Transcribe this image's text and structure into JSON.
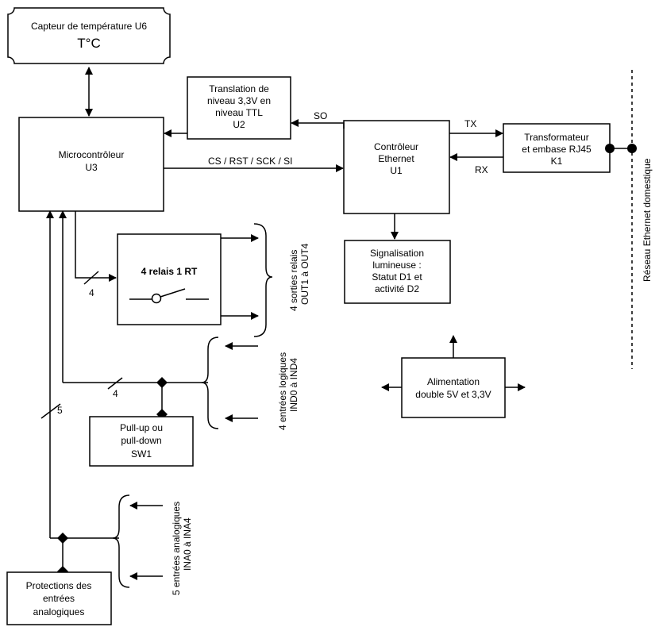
{
  "blocks": {
    "capteur": {
      "title": "Capteur de température  U6",
      "symbol": "T°C"
    },
    "translation": {
      "lines": [
        "Translation de",
        "niveau 3,3V en",
        "niveau TTL",
        "U2"
      ]
    },
    "micro": {
      "lines": [
        "Microcontrôleur",
        "U3"
      ]
    },
    "controleur": {
      "lines": [
        "Contrôleur",
        "Ethernet",
        "U1"
      ]
    },
    "transfo": {
      "lines": [
        "Transformateur",
        "et embase RJ45",
        "K1"
      ]
    },
    "relais": {
      "title": "4 relais 1 RT"
    },
    "signalisation": {
      "lines": [
        "Signalisation",
        "lumineuse :",
        "Statut D1 et",
        "activité D2"
      ]
    },
    "alimentation": {
      "lines": [
        "Alimentation",
        "double 5V et 3,3V"
      ]
    },
    "pullup": {
      "lines": [
        "Pull-up ou",
        "pull-down",
        "SW1"
      ]
    },
    "protections": {
      "lines": [
        "Protections des",
        "entrées",
        "analogiques"
      ]
    }
  },
  "signals": {
    "so": "SO",
    "tx": "TX",
    "rx": "RX",
    "bus": "CS / RST / SCK / SI",
    "bus_relais": "4",
    "bus_logique": "4",
    "bus_analog": "5"
  },
  "groups": {
    "sorties": [
      "4 sorties relais",
      "OUT1 à OUT4"
    ],
    "entrees_logiques": [
      "4 entrées logiques",
      "IND0 à IND4"
    ],
    "entrees_analogiques": [
      "5 entrées analogiques",
      "INA0 à INA4"
    ]
  },
  "network_label": "Réseau Ethernet domestique"
}
